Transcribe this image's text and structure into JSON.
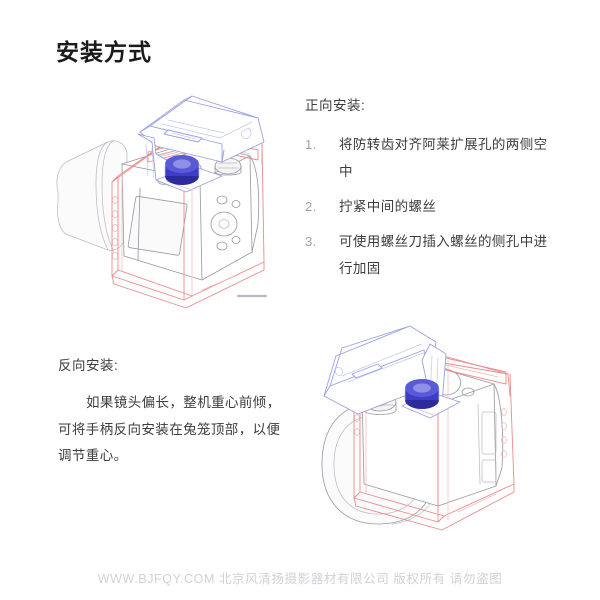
{
  "document": {
    "title": "安装方式",
    "background_color": "#ffffff"
  },
  "sections": {
    "forward": {
      "heading": "正向安装:",
      "steps": [
        {
          "number": "1.",
          "text": "将防转齿对齐阿莱扩展孔的两侧空中"
        },
        {
          "number": "2.",
          "text": "拧紧中间的螺丝"
        },
        {
          "number": "3.",
          "text": "可使用螺丝刀插入螺丝的侧孔中进行加固"
        }
      ]
    },
    "reverse": {
      "heading": "反向安装:",
      "paragraph": "如果镜头偏长，整机重心前倾，可将手柄反向安装在兔笼顶部，以便调节重心。"
    }
  },
  "figures": {
    "forward_mount": {
      "name": "相机兔笼正向安装示意图",
      "parts": [
        "顶部提手",
        "蓝色锁紧旋钮",
        "红色兔笼",
        "相机机身",
        "镜头"
      ]
    },
    "reverse_mount": {
      "name": "相机兔笼反向安装示意图",
      "parts": [
        "顶部提手",
        "蓝色锁紧旋钮",
        "红色兔笼",
        "相机机身",
        "镜头"
      ]
    }
  },
  "colors": {
    "cage": "#e98c8c",
    "handle": "#9aa0e2",
    "knob": "#3e3ec4",
    "body_line": "#9b9ba3",
    "text": "#3d3d3d",
    "list_number": "#93a4b5",
    "watermark": "#cfd2d6"
  },
  "footer": {
    "watermark": "WWW.BJFQY.COM 北京风清扬摄影器材有限公司 版权所有 请勿盗图"
  }
}
